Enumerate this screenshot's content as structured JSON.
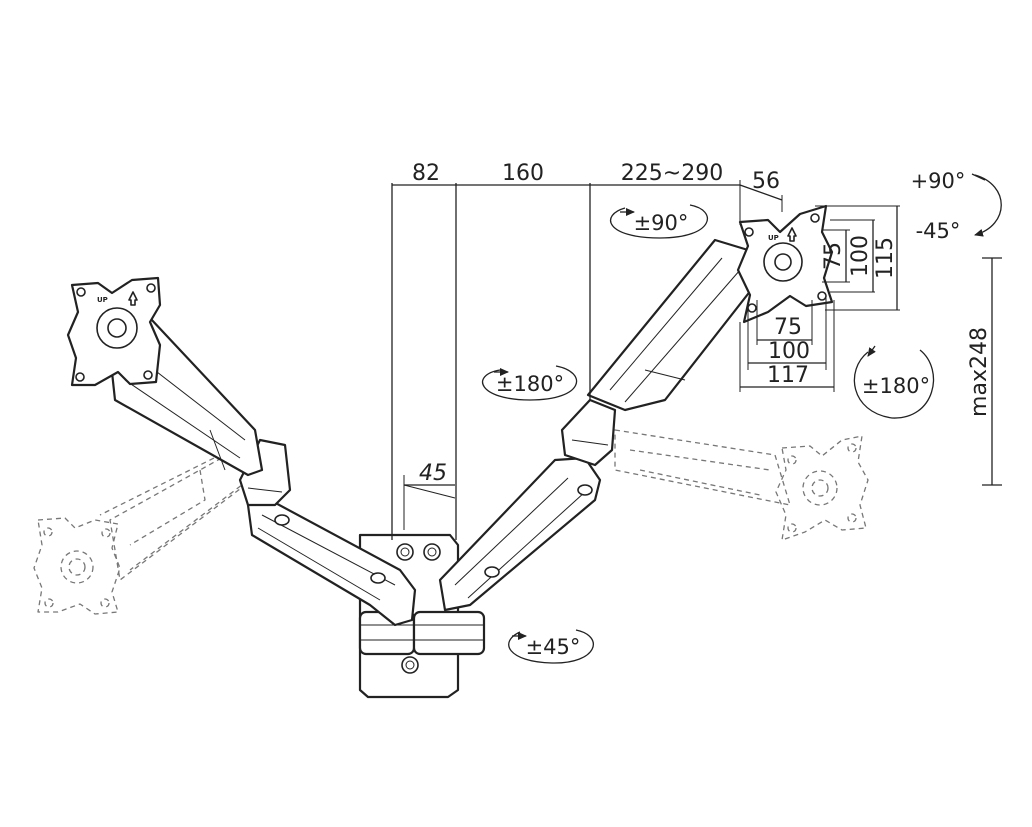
{
  "dimensions": {
    "top_82": "82",
    "top_160": "160",
    "top_225_290": "225~290",
    "top_56": "56",
    "depth_45": "45",
    "vesa_h_75": "75",
    "vesa_h_100": "100",
    "vesa_h_117": "117",
    "vesa_v_75": "75",
    "vesa_v_100": "100",
    "vesa_v_115": "115",
    "height_max": "max248"
  },
  "rotations": {
    "tilt_up": "+90°",
    "tilt_down": "-45°",
    "swivel_arm": "±90°",
    "elbow": "±180°",
    "pivot": "±180°",
    "base": "±45°"
  },
  "labels": {
    "up_mark": "UP"
  },
  "colors": {
    "line": "#222222",
    "ghost": "#777777",
    "background": "#ffffff"
  }
}
